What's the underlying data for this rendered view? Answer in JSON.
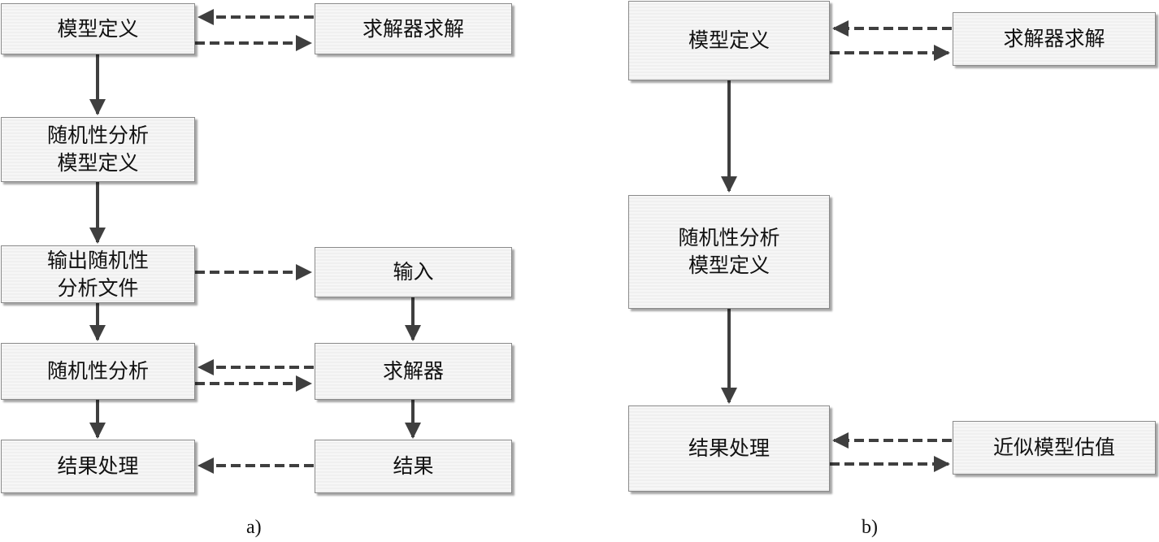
{
  "panel_a": {
    "label": "a)",
    "nodes": {
      "model_def": "模型定义",
      "solver_solve": "求解器求解",
      "random_model_def": "随机性分析\n模型定义",
      "output_file": "输出随机性\n分析文件",
      "input": "输入",
      "random_analysis": "随机性分析",
      "solver": "求解器",
      "result_processing": "结果处理",
      "result": "结果"
    }
  },
  "panel_b": {
    "label": "b)",
    "nodes": {
      "model_def": "模型定义",
      "solver_solve": "求解器求解",
      "random_model_def": "随机性分析\n模型定义",
      "result_processing": "结果处理",
      "approx_model": "近似模型估值"
    }
  },
  "colors": {
    "arrow": "#3f3f3f",
    "box_border": "#8a8a8a"
  }
}
